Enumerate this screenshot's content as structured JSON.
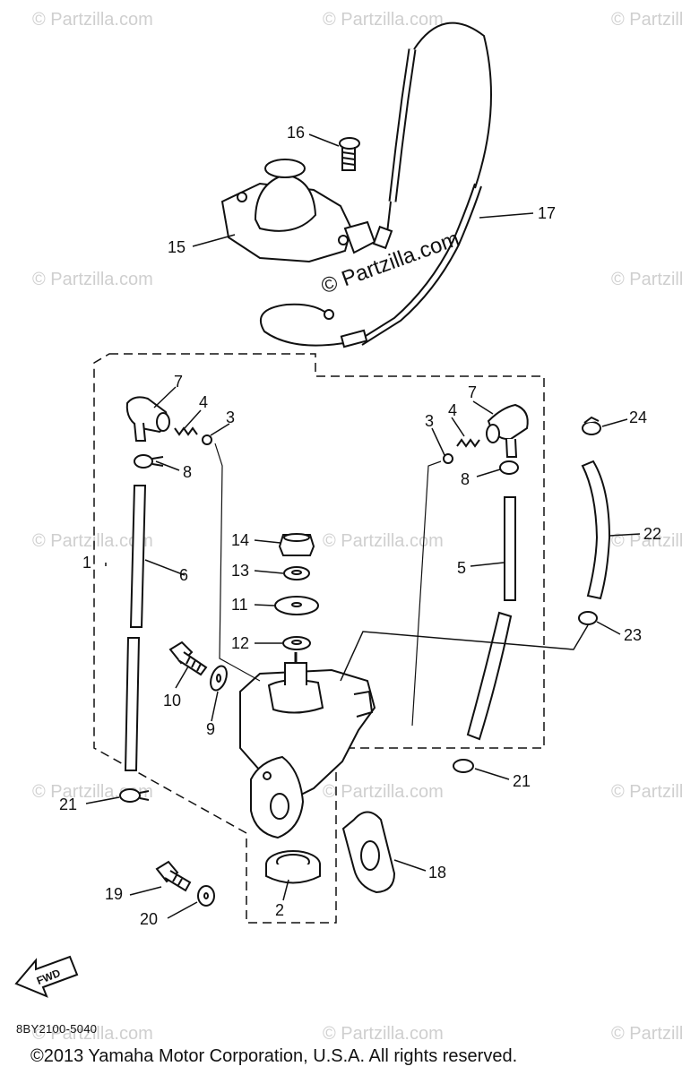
{
  "watermark": "© Partzilla.com",
  "watermark_center": "© Partzilla.com",
  "fwd_label": "FWD",
  "diagram_code": "8BY2100-5040",
  "copyright": "©2013 Yamaha Motor Corporation, U.S.A. All rights reserved.",
  "callouts": {
    "c1": "1",
    "c2": "2",
    "c3a": "3",
    "c3b": "3",
    "c4a": "4",
    "c4b": "4",
    "c5": "5",
    "c6": "6",
    "c7a": "7",
    "c7b": "7",
    "c8a": "8",
    "c8b": "8",
    "c9": "9",
    "c10": "10",
    "c11": "11",
    "c12": "12",
    "c13": "13",
    "c14": "14",
    "c15": "15",
    "c16": "16",
    "c17": "17",
    "c18": "18",
    "c19": "19",
    "c20": "20",
    "c21a": "21",
    "c21b": "21",
    "c22": "22",
    "c23": "23",
    "c24": "24"
  }
}
